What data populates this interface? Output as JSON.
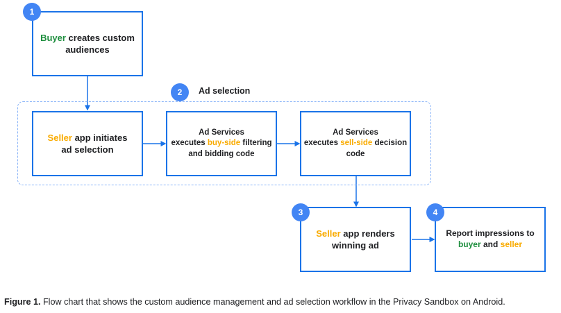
{
  "section": {
    "badge": "2",
    "label": "Ad selection"
  },
  "steps": {
    "step1": {
      "badge": "1",
      "highlight": "Buyer",
      "line1_rest": " creates custom",
      "line2": "audiences"
    },
    "seller_initiates": {
      "highlight": "Seller",
      "line1_rest": " app initiates",
      "line2": "ad selection"
    },
    "buy_side": {
      "line1": "Ad Services",
      "line2_pre": "executes ",
      "highlight": "buy-side",
      "line2_post": " filtering",
      "line3": "and bidding code"
    },
    "sell_side": {
      "line1": "Ad Services",
      "line2_pre": "executes ",
      "highlight": "sell-side",
      "line2_post": " decision",
      "line3": "code"
    },
    "step3": {
      "badge": "3",
      "highlight": "Seller",
      "line1_rest": " app renders",
      "line2": "winning ad"
    },
    "step4": {
      "badge": "4",
      "line1": "Report impressions to",
      "buyer": "buyer",
      "and": " and ",
      "seller": "seller"
    }
  },
  "caption": {
    "label": "Figure 1.",
    "text": " Flow chart that shows the custom audience management and ad selection workflow in the Privacy Sandbox on Android."
  },
  "colors": {
    "box_border": "#1a73e8",
    "badge": "#4285f4",
    "buyer_green": "#1e8e3e",
    "seller_yellow": "#f9ab00",
    "dashed": "#8ab4f8"
  }
}
